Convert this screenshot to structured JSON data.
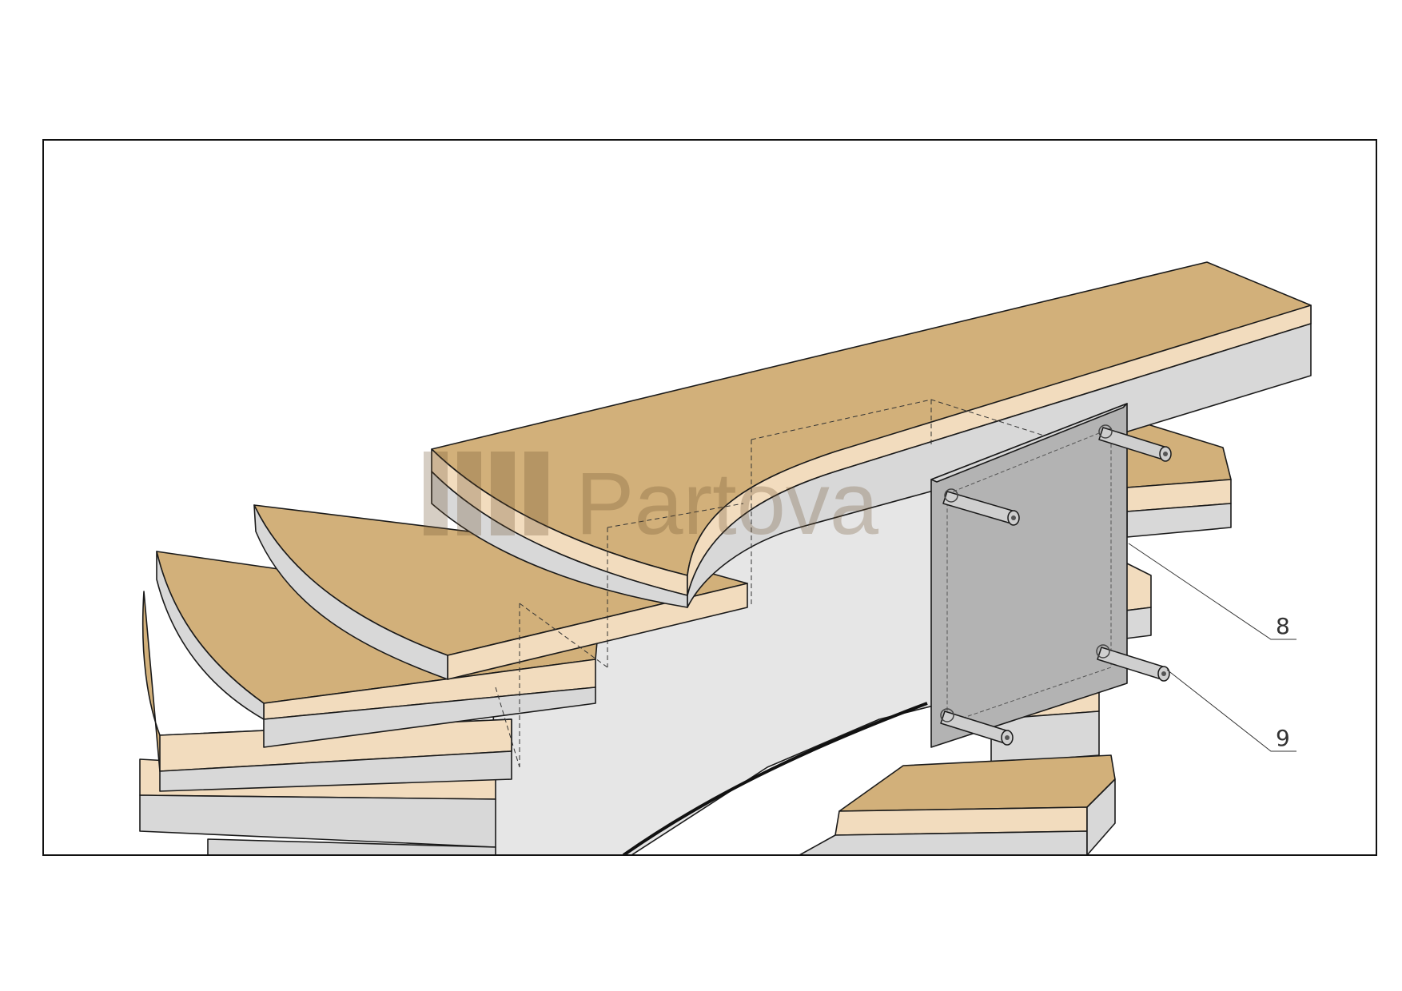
{
  "drawing": {
    "callouts": [
      {
        "id": "8",
        "label": "8"
      },
      {
        "id": "9",
        "label": "9"
      }
    ],
    "watermark": {
      "text": "Partova"
    }
  },
  "colors": {
    "tread_top": "#D2B07A",
    "tread_edge": "#F2DCBE",
    "riser_face": "#D8D8D8",
    "wall": "#E6E6E6",
    "plate": "#B3B3B3",
    "rod": "#CFCFCF",
    "outline": "#1A1A1A"
  }
}
